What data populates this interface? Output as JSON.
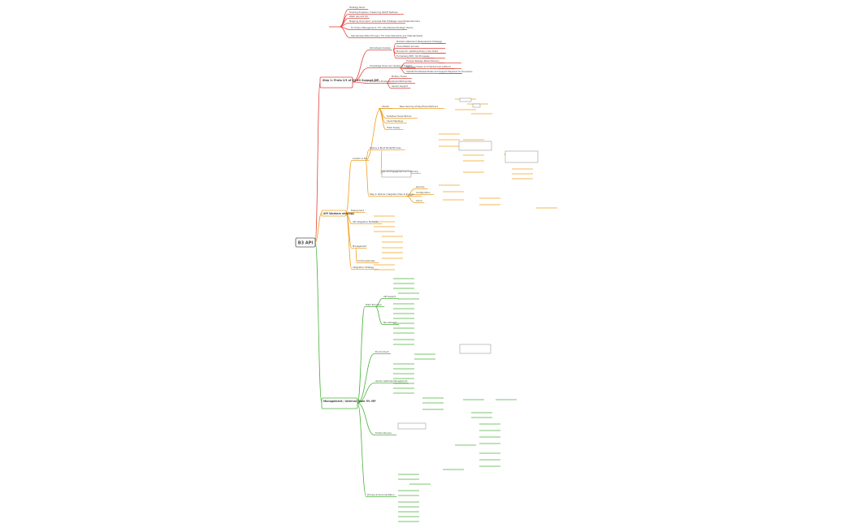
{
  "mindmap": {
    "root": "B3 API",
    "branches": [
      {
        "label": "Step 1: Proto 2/3 of B3 SG Support MP",
        "color": "#e0443c"
      },
      {
        "label": "API Workers strategy",
        "color": "#f0a020"
      },
      {
        "label": "Management / internal Team 5% MP",
        "color": "#4cb23c"
      }
    ],
    "nodes": [
      {
        "text": "Strategy items",
        "branch": 0
      },
      {
        "text": "Tracking Progress / measuring Q2/Q3 features",
        "branch": 0
      },
      {
        "text": "Wash ups and Q4",
        "branch": 0
      },
      {
        "text": "Mapping Q4 project / proposal that (Strategic Level Dependencies)",
        "branch": 0
      },
      {
        "text": "Do Proper Management / 5% rate (Marked Strategic Items)",
        "branch": 0
      },
      {
        "text": "Standardise Wider Process / 5% Code Standards and (Standardised)",
        "branch": 0
      },
      {
        "text": "Workstream Kanban",
        "branch": 0
      },
      {
        "text": "Problem statement (Requirement Strategy)",
        "branch": 0
      },
      {
        "text": "Consolidated process",
        "branch": 0
      },
      {
        "text": "Process for updating items in the ticket",
        "branch": 0
      },
      {
        "text": "Formalising E2E / QA Processes",
        "branch": 0
      },
      {
        "text": "Knowledge share and release & Support",
        "branch": 0
      },
      {
        "text": "Tracked Release Notes Delivery",
        "branch": 0
      },
      {
        "text": "Improve release and Deployment platform",
        "branch": 0
      },
      {
        "text": "Update the Release Notes and Support Playbook for the teams",
        "branch": 0
      },
      {
        "text": "Product & Strategies",
        "branch": 0
      },
      {
        "text": "Mobile / Travel",
        "branch": 0
      },
      {
        "text": "Vendor/Partnership",
        "branch": 0
      },
      {
        "text": "Vendor Support",
        "branch": 0
      },
      {
        "text": "Custom in B3",
        "branch": 1
      },
      {
        "text": "Clients",
        "branch": 1
      },
      {
        "text": "Been Serving All Key/Travel Partners",
        "branch": 1
      },
      {
        "text": "Tentative Travel Partner",
        "branch": 1
      },
      {
        "text": "Client Meetings",
        "branch": 1
      },
      {
        "text": "Hotel Supply",
        "branch": 1
      },
      {
        "text": "Deploy & Build Model/Process",
        "branch": 1
      },
      {
        "text": "Get API Engagement and Learning",
        "branch": 1
      },
      {
        "text": "Step 2: Partner Integration Plan & Process",
        "branch": 1
      },
      {
        "text": "Security",
        "branch": 1
      },
      {
        "text": "Configuration",
        "branch": 1
      },
      {
        "text": "Cloud",
        "branch": 1
      },
      {
        "text": "Deployment",
        "branch": 1
      },
      {
        "text": "API Integration Methods",
        "branch": 1
      },
      {
        "text": "Management",
        "branch": 1
      },
      {
        "text": "Full Docs/Guides",
        "branch": 1
      },
      {
        "text": "Integration Strategy",
        "branch": 1
      },
      {
        "text": "Team Structure",
        "branch": 2
      },
      {
        "text": "API Support",
        "branch": 2
      },
      {
        "text": "Recruitment",
        "branch": 2
      },
      {
        "text": "Environment",
        "branch": 2
      },
      {
        "text": "Vendor Optimise Management",
        "branch": 2
      },
      {
        "text": "Ticket Lifecycle",
        "branch": 2
      },
      {
        "text": "Process & Documentation",
        "branch": 2
      }
    ]
  }
}
